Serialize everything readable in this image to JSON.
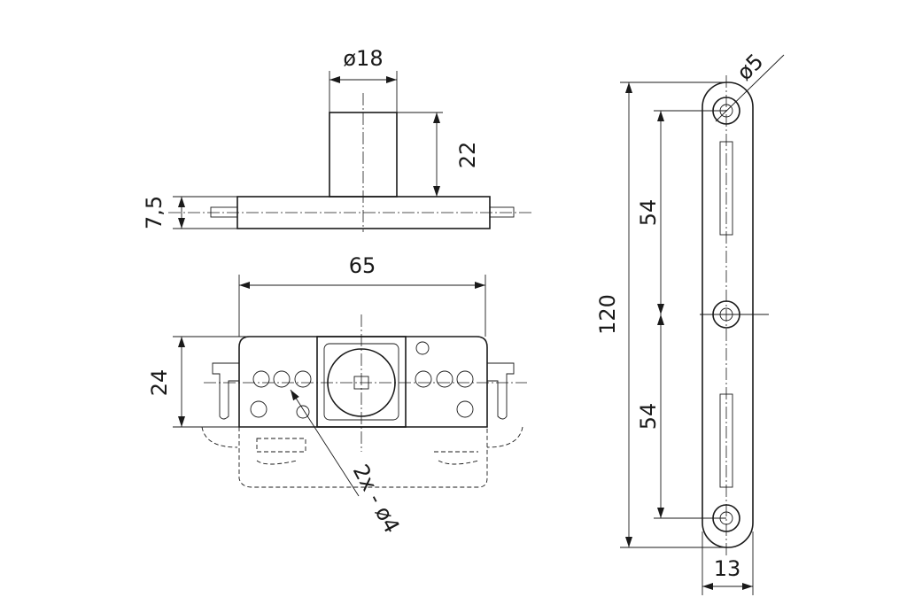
{
  "drawing": {
    "top_view": {
      "diameter_label": "ø18",
      "height_label": "22",
      "thickness_label": "7,5"
    },
    "front_view": {
      "width_label": "65",
      "height_label": "24",
      "holes_label": "2x - ø4"
    },
    "side_view": {
      "hole_diameter_label": "ø5",
      "length_label": "120",
      "spacing_upper_label": "54",
      "spacing_lower_label": "54",
      "width_label": "13"
    }
  }
}
